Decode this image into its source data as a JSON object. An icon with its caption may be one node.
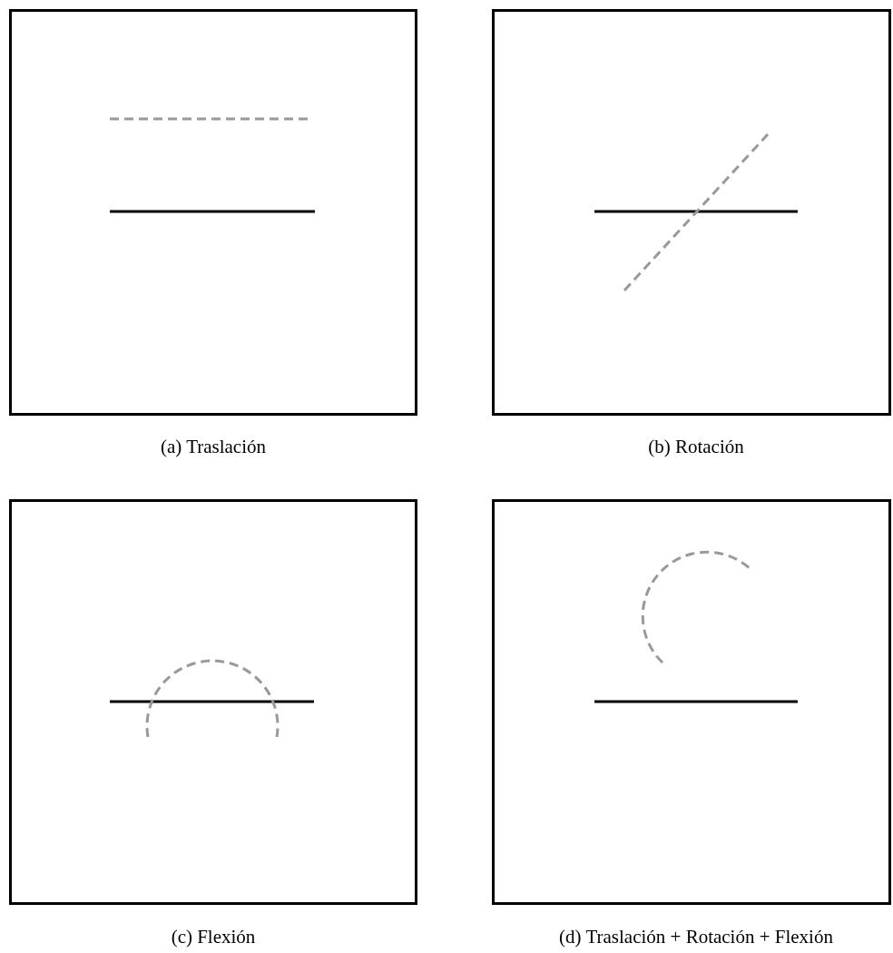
{
  "diagram": {
    "nodes": [
      {
        "text": [],
        "shape": "box",
        "beside": [
          "(a) Traslación"
        ]
      },
      {
        "text": [],
        "shape": "box",
        "beside": [
          "(b) Rotación"
        ]
      },
      {
        "text": [],
        "shape": "box",
        "beside": [
          "(c) Flexión"
        ]
      },
      {
        "text": [],
        "shape": "box",
        "beside": [
          "(d) Traslación + Rotación + Flexión"
        ]
      }
    ],
    "edges": []
  }
}
